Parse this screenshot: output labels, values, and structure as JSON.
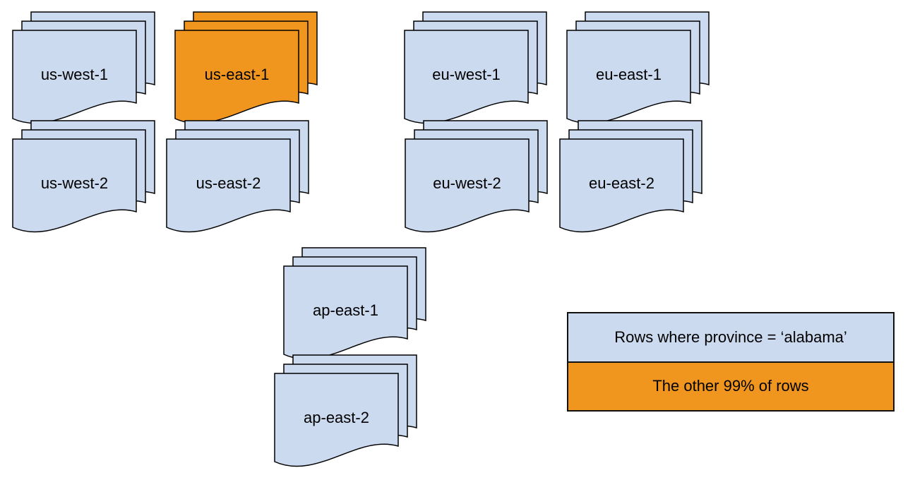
{
  "colors": {
    "partition-fill": "#CBDAEF",
    "highlight-fill": "#F0961F",
    "stroke": "#000000"
  },
  "stacks": [
    {
      "label": "us-west-1",
      "highlighted": false
    },
    {
      "label": "us-east-1",
      "highlighted": true
    },
    {
      "label": "eu-west-1",
      "highlighted": false
    },
    {
      "label": "eu-east-1",
      "highlighted": false
    },
    {
      "label": "us-west-2",
      "highlighted": false
    },
    {
      "label": "us-east-2",
      "highlighted": false
    },
    {
      "label": "eu-west-2",
      "highlighted": false
    },
    {
      "label": "eu-east-2",
      "highlighted": false
    },
    {
      "label": "ap-east-1",
      "highlighted": false
    },
    {
      "label": "ap-east-2",
      "highlighted": false
    }
  ],
  "legend": {
    "items": [
      {
        "label": "Rows where province = ‘alabama’",
        "color": "#CBDAEF"
      },
      {
        "label": "The other 99% of rows",
        "color": "#F0961F"
      }
    ]
  }
}
